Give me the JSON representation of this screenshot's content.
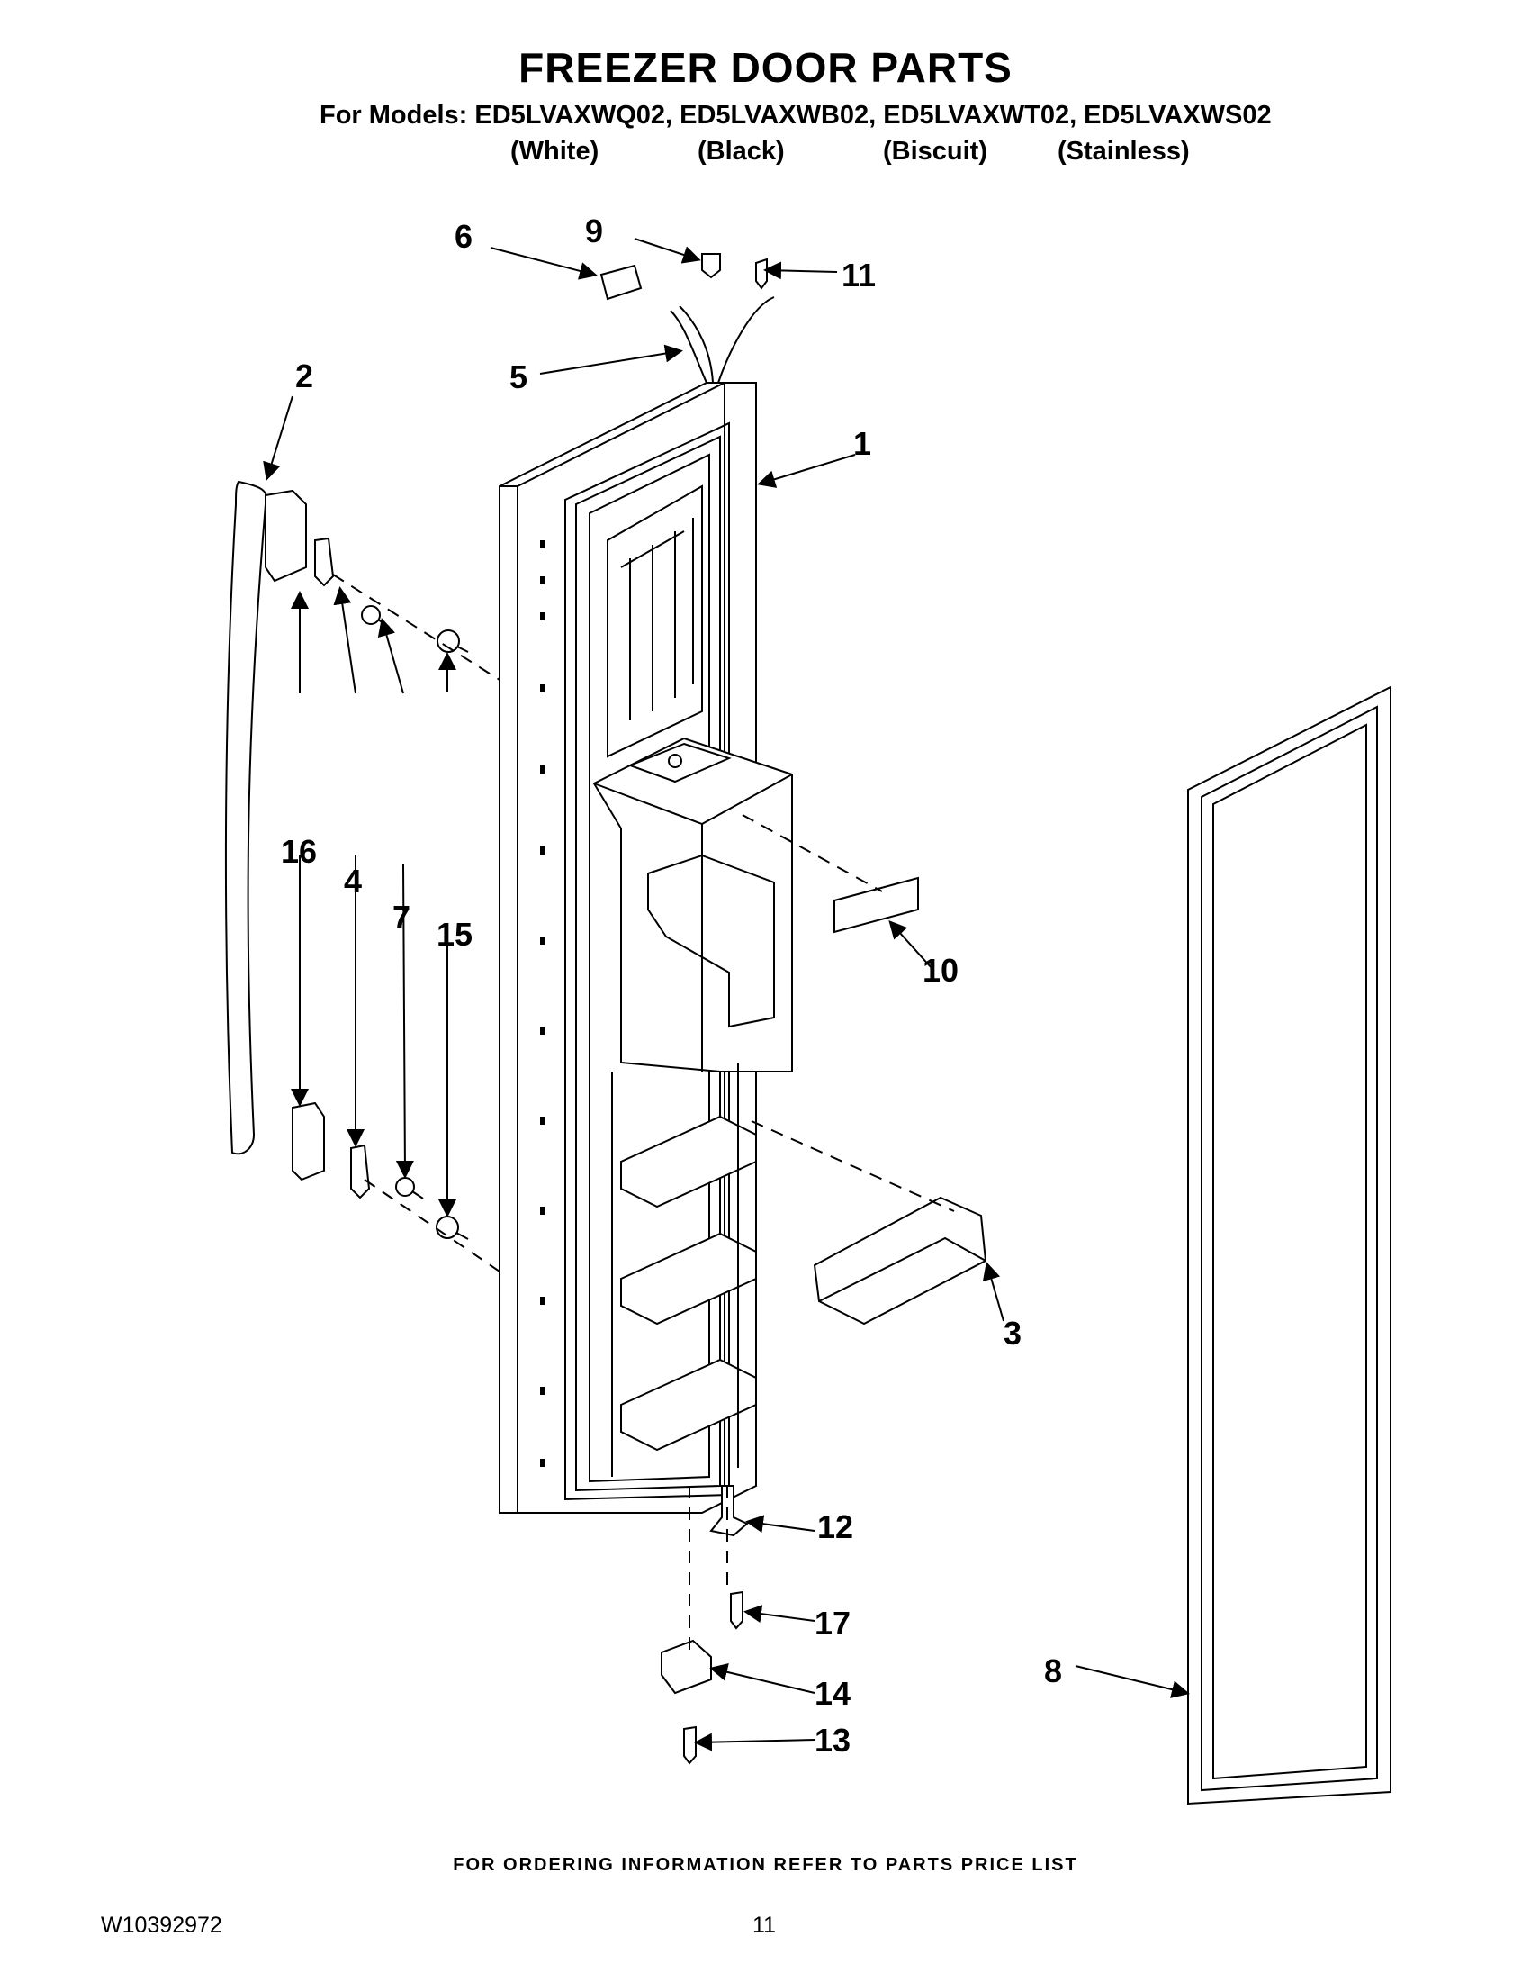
{
  "title": "FREEZER DOOR PARTS",
  "models_line": "For Models: ED5LVAXWQ02, ED5LVAXWB02, ED5LVAXWT02, ED5LVAXWS02",
  "variants": [
    "(White)",
    "(Black)",
    "(Biscuit)",
    "(Stainless)"
  ],
  "callouts": [
    "1",
    "2",
    "3",
    "4",
    "5",
    "6",
    "7",
    "8",
    "9",
    "10",
    "11",
    "12",
    "13",
    "14",
    "15",
    "16",
    "17"
  ],
  "footer_note": "FOR ORDERING INFORMATION REFER TO PARTS PRICE LIST",
  "doc_number": "W10392972",
  "page_number": "11"
}
